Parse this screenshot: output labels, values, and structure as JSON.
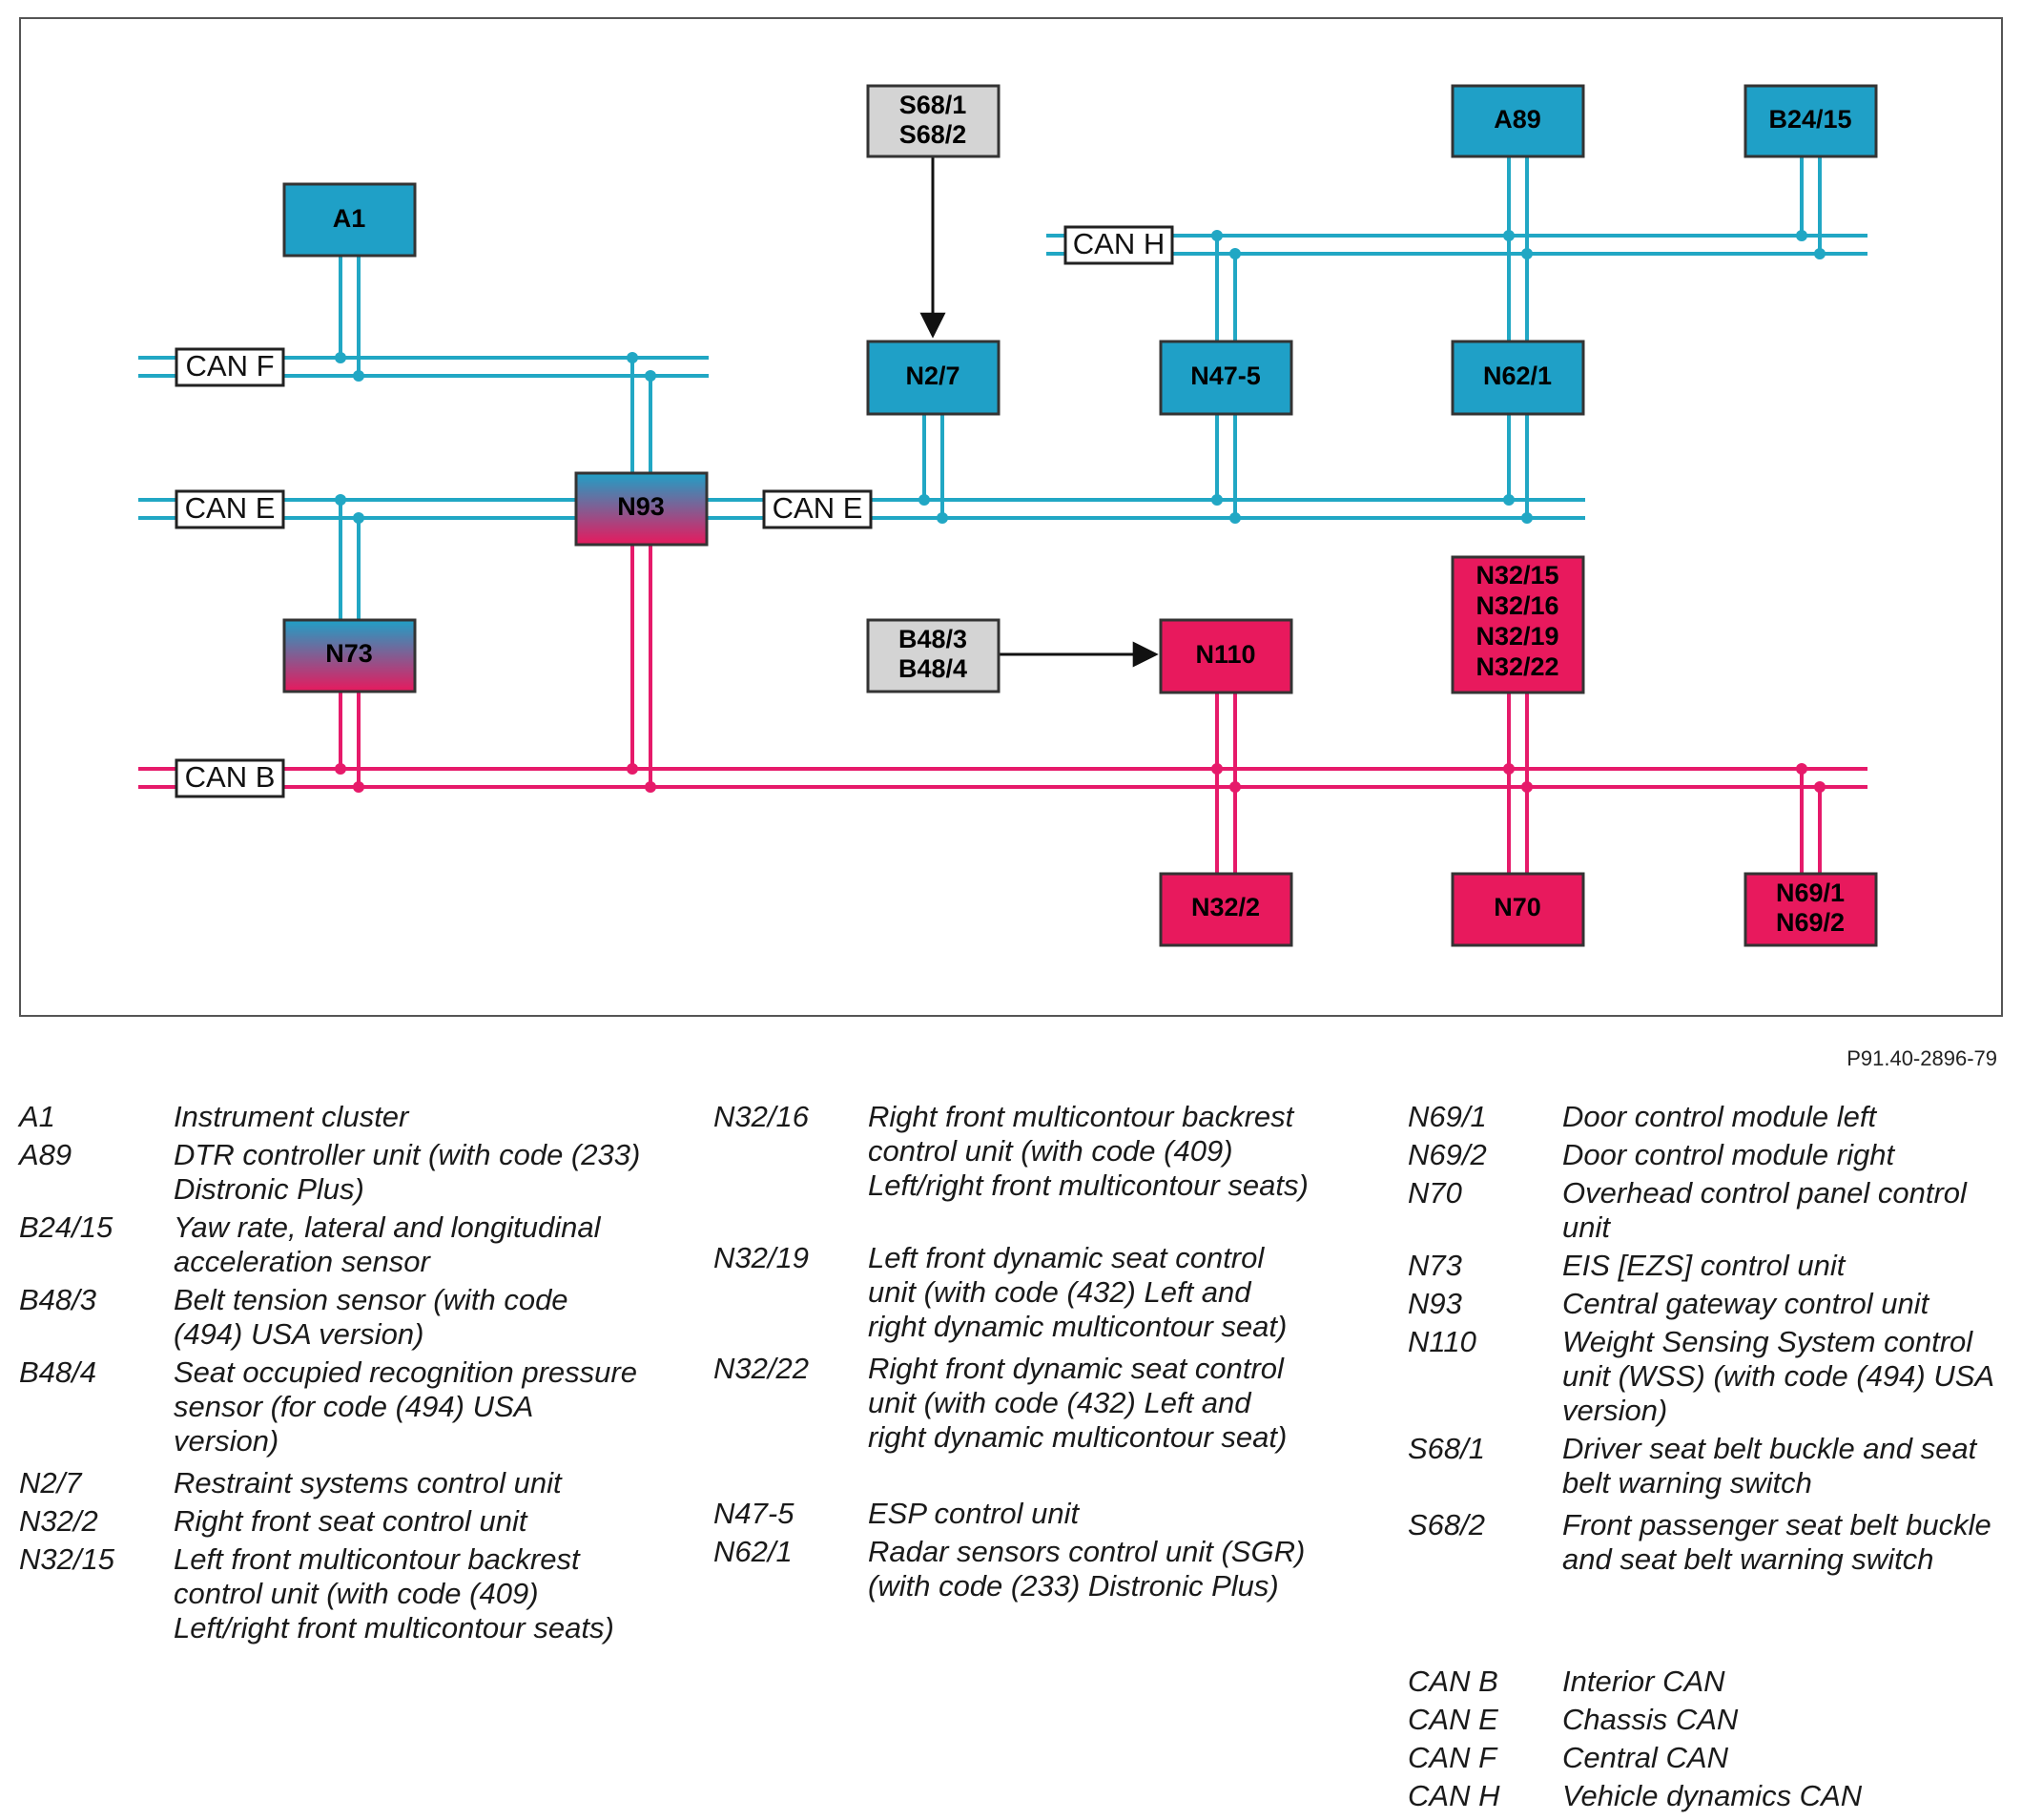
{
  "figure_code": "P91.40-2896-79",
  "colors": {
    "cyan": "#1fa0c7",
    "magenta": "#e8195d",
    "gray": "#d4d4d4",
    "bus_cyan": "#21a7c4",
    "bus_magenta": "#e61a6a"
  },
  "buses": {
    "can_f": "CAN F",
    "can_e_left": "CAN E",
    "can_e_right": "CAN E",
    "can_b": "CAN B",
    "can_h": "CAN H"
  },
  "modules": {
    "a1": "A1",
    "s68": [
      "S68/1",
      "S68/2"
    ],
    "a89": "A89",
    "b24_15": "B24/15",
    "n2_7": "N2/7",
    "n47_5": "N47-5",
    "n62_1": "N62/1",
    "n93": "N93",
    "n73": "N73",
    "b48": [
      "B48/3",
      "B48/4"
    ],
    "n110": "N110",
    "n32_group": [
      "N32/15",
      "N32/16",
      "N32/19",
      "N32/22"
    ],
    "n32_2": "N32/2",
    "n70": "N70",
    "n69": [
      "N69/1",
      "N69/2"
    ]
  },
  "legend": {
    "col1": [
      {
        "key": "A1",
        "desc": "Instrument cluster"
      },
      {
        "key": "A89",
        "desc": "DTR controller unit (with code (233) Distronic Plus)"
      },
      {
        "key": "B24/15",
        "desc": "Yaw rate, lateral and longitudinal acceleration sensor"
      },
      {
        "key": "B48/3",
        "desc": "Belt tension sensor (with code (494) USA version)"
      },
      {
        "key": "B48/4",
        "desc": "Seat occupied recognition pressure sensor (for code (494) USA version)"
      },
      {
        "key": "N2/7",
        "desc": "Restraint systems control unit"
      },
      {
        "key": "N32/2",
        "desc": "Right front seat control unit"
      },
      {
        "key": "N32/15",
        "desc": "Left front multicontour backrest control unit (with code (409) Left/right front multicontour seats)"
      }
    ],
    "col2": [
      {
        "key": "N32/16",
        "desc": "Right front multicontour backrest control unit (with code (409) Left/right front multicontour seats)"
      },
      {
        "key": "N32/19",
        "desc": "Left front dynamic seat control unit (with code (432) Left and right dynamic multicontour seat)"
      },
      {
        "key": "N32/22",
        "desc": "Right front dynamic seat control unit (with code (432) Left and right dynamic multicontour seat)"
      },
      {
        "key": "N47-5",
        "desc": "ESP control unit"
      },
      {
        "key": "N62/1",
        "desc": "Radar sensors control unit (SGR) (with code (233) Distronic Plus)"
      }
    ],
    "col3": [
      {
        "key": "N69/1",
        "desc": "Door control module left"
      },
      {
        "key": "N69/2",
        "desc": "Door control module right"
      },
      {
        "key": "N70",
        "desc": "Overhead control panel control unit"
      },
      {
        "key": "N73",
        "desc": "EIS [EZS] control unit"
      },
      {
        "key": "N93",
        "desc": "Central gateway control unit"
      },
      {
        "key": "N110",
        "desc": "Weight Sensing System control unit (WSS) (with code (494) USA version)"
      },
      {
        "key": "S68/1",
        "desc": "Driver seat belt buckle and seat belt warning switch"
      },
      {
        "key": "S68/2",
        "desc": "Front passenger seat belt buckle and seat belt warning switch"
      },
      {
        "key": "CAN B",
        "desc": "Interior CAN"
      },
      {
        "key": "CAN E",
        "desc": "Chassis CAN"
      },
      {
        "key": "CAN F",
        "desc": "Central CAN"
      },
      {
        "key": "CAN H",
        "desc": "Vehicle dynamics CAN"
      }
    ]
  }
}
